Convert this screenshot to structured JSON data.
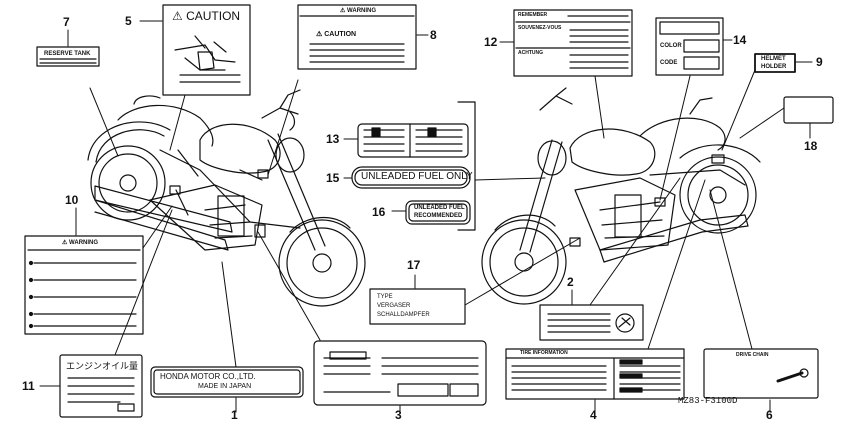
{
  "diagram_id": "MZ83-F3100D",
  "callouts": {
    "c1": "1",
    "c2": "2",
    "c3": "3",
    "c4": "4",
    "c5": "5",
    "c6": "6",
    "c7": "7",
    "c8": "8",
    "c9": "9",
    "c10": "10",
    "c11": "11",
    "c12": "12",
    "c13": "13",
    "c14": "14",
    "c15": "15",
    "c16": "16",
    "c17": "17",
    "c18": "18"
  },
  "labels": {
    "reserve_tank": "RESERVE TANK",
    "caution_title": "⚠ CAUTION",
    "warning_small": "⚠ WARNING",
    "caution_small": "⚠ CAUTION",
    "remember": "REMEMBER",
    "souvenez_vous": "SOUVENEZ-VOUS",
    "achtung": "ACHTUNG",
    "color": "COLOR",
    "code": "CODE",
    "helmet_holder_1": "HELMET",
    "helmet_holder_2": "HOLDER",
    "unleaded_fuel_only": "UNLEADED FUEL ONLY",
    "unleaded_fuel_rec_1": "UNLEADED FUEL",
    "unleaded_fuel_rec_2": "RECOMMENDED",
    "warning_label": "⚠ WARNING",
    "type": "TYPE",
    "vergaser": "VERGASER",
    "schalldampfer": "SCHALLDAMPFER",
    "engine_oil_jp": "エンジンオイル量",
    "honda_motor": "HONDA MOTOR CO.,LTD.",
    "made_in_japan": "MADE IN JAPAN",
    "tire_information": "TIRE INFORMATION",
    "drive_chain": "DRIVE CHAIN"
  }
}
